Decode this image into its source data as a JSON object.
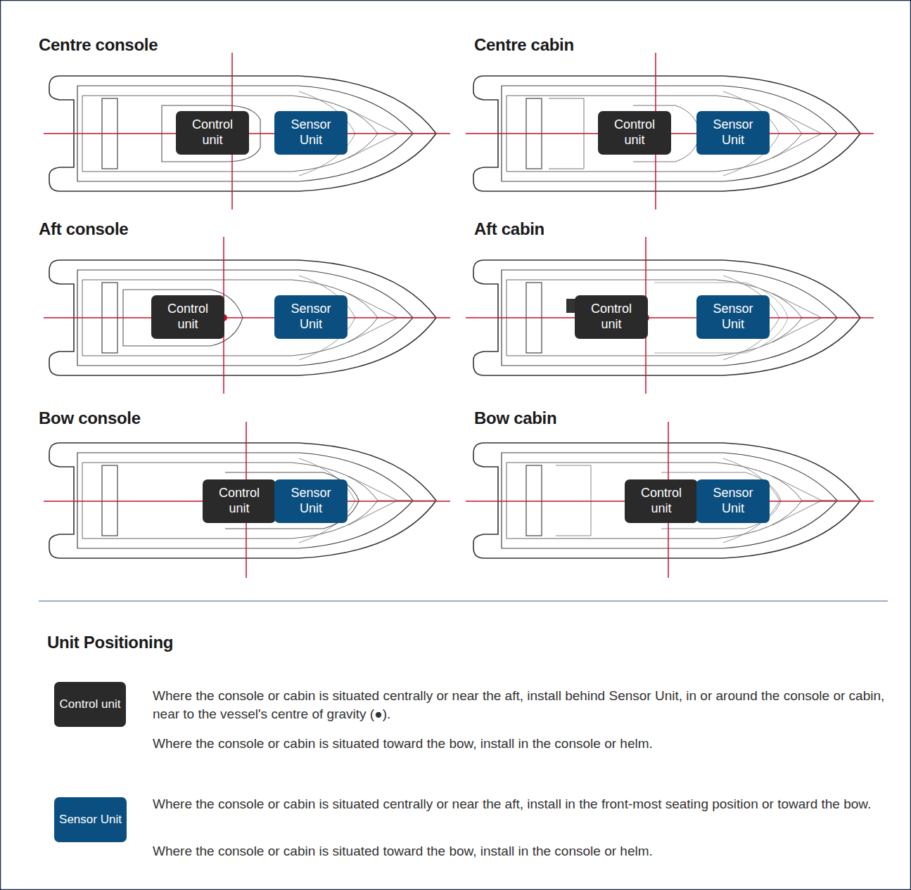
{
  "diagram": {
    "nodes": [
      {
        "text": [
          "Control unit"
        ]
      },
      {
        "text": [
          "Sensor Unit"
        ]
      },
      {
        "text": [
          "Control unit"
        ]
      },
      {
        "text": [
          "Sensor Unit"
        ]
      },
      {
        "text": [
          "Control unit"
        ]
      },
      {
        "text": [
          "Sensor Unit"
        ]
      },
      {
        "text": [
          "Control unit"
        ]
      },
      {
        "text": [
          "Sensor Unit"
        ]
      },
      {
        "text": [
          "Control unit"
        ]
      },
      {
        "text": [
          "Sensor Unit"
        ]
      },
      {
        "text": [
          "Control unit"
        ]
      },
      {
        "text": [
          "Sensor Unit"
        ]
      },
      {
        "text": [
          "Control unit"
        ]
      },
      {
        "text": [
          "Sensor Unit"
        ]
      }
    ],
    "labels": [
      "Centre console",
      "Centre cabin",
      "Aft console",
      "Aft cabin",
      "Bow console",
      "Bow cabin",
      "Unit Positioning",
      "Where the console or cabin is situated centrally or near the aft, install behind Sensor Unit, in or around the console or cabin, near to the vessel's centre of gravity (●).",
      "Where the console or cabin is situated toward the bow, install in the console or helm.",
      "Where the console or cabin is situated centrally or near the aft, install in the front-most seating position or toward the bow.",
      "Where the console or cabin is situated toward the bow, install in the console or helm."
    ]
  }
}
